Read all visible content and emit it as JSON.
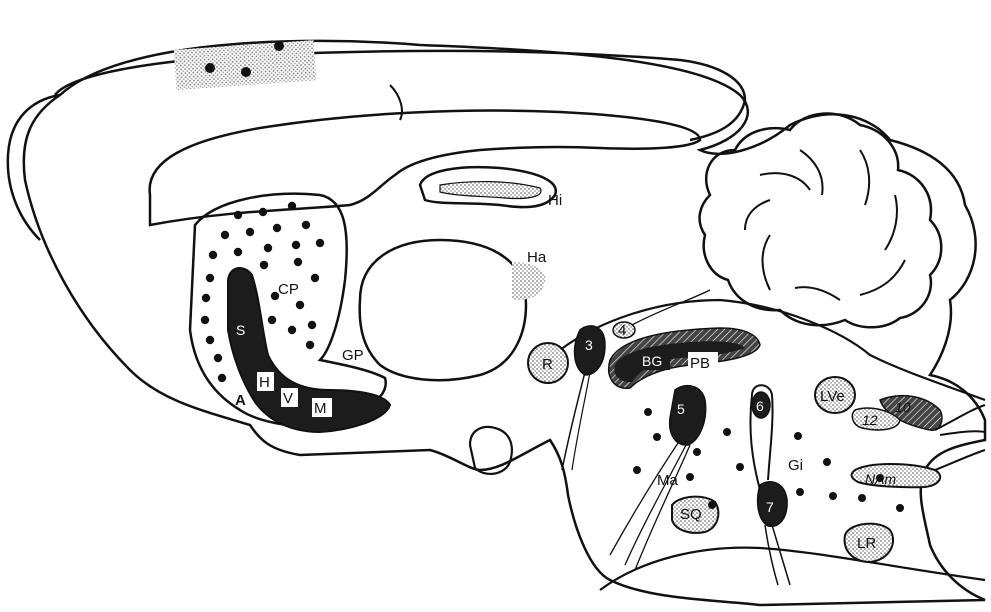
{
  "labels": {
    "hi": "Hi",
    "ha": "Ha",
    "cp": "CP",
    "gp": "GP",
    "s": "S",
    "h": "H",
    "v": "V",
    "m": "M",
    "a": "A",
    "r": "R",
    "n3": "3",
    "n4": "4",
    "bg": "BG",
    "pb": "PB",
    "n5": "5",
    "n6": "6",
    "n7": "7",
    "ma": "Ma",
    "sq": "SQ",
    "gi": "Gi",
    "lve": "LVe",
    "n12": "12",
    "n10": "10",
    "nam": "NAm",
    "lr": "LR"
  },
  "colors": {
    "stroke": "#111111",
    "dark_fill": "#1c1c1c",
    "stipple": "#bdbdbd",
    "background": "#ffffff"
  }
}
